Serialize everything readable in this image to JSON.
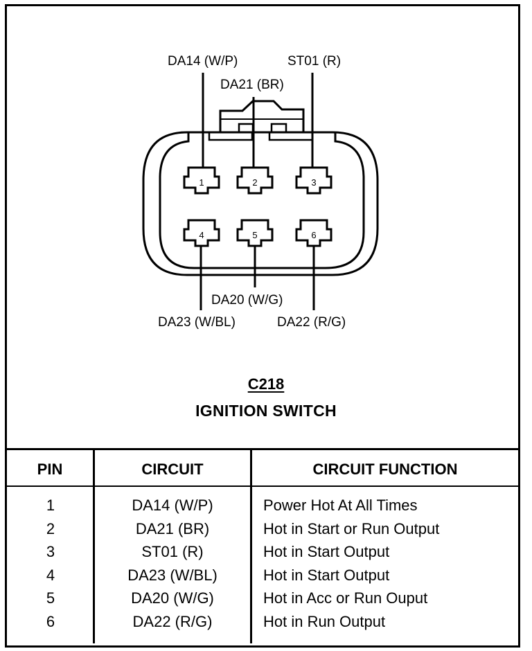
{
  "connector": {
    "id": "C218",
    "name": "IGNITION SWITCH"
  },
  "wire_labels": {
    "top": [
      {
        "pin": "1",
        "label": "DA14 (W/P)"
      },
      {
        "pin": "2",
        "label": "DA21 (BR)"
      },
      {
        "pin": "3",
        "label": "ST01 (R)"
      }
    ],
    "bottom": [
      {
        "pin": "4",
        "label": "DA23 (W/BL)"
      },
      {
        "pin": "5",
        "label": "DA20 (W/G)"
      },
      {
        "pin": "6",
        "label": "DA22 (R/G)"
      }
    ]
  },
  "pins": [
    "1",
    "2",
    "3",
    "4",
    "5",
    "6"
  ],
  "table": {
    "headers": {
      "pin": "PIN",
      "circuit": "CIRCUIT",
      "function": "CIRCUIT FUNCTION"
    },
    "rows": [
      {
        "pin": "1",
        "circuit": "DA14 (W/P)",
        "function": "Power Hot At All Times"
      },
      {
        "pin": "2",
        "circuit": "DA21 (BR)",
        "function": "Hot in Start or Run Output"
      },
      {
        "pin": "3",
        "circuit": "ST01 (R)",
        "function": "Hot in Start Output"
      },
      {
        "pin": "4",
        "circuit": "DA23 (W/BL)",
        "function": "Hot in Start Output"
      },
      {
        "pin": "5",
        "circuit": "DA20 (W/G)",
        "function": "Hot in Acc or Run Ouput"
      },
      {
        "pin": "6",
        "circuit": "DA22 (R/G)",
        "function": "Hot in Run Output"
      }
    ]
  },
  "colors": {
    "ink": "#000000",
    "paper": "#ffffff"
  }
}
